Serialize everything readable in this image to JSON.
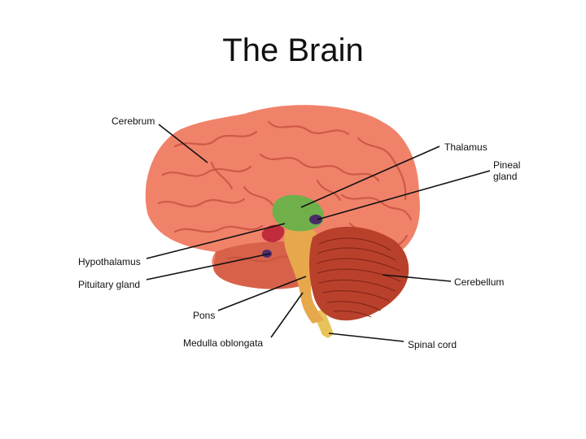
{
  "title": "The Brain",
  "colors": {
    "cerebrum": "#f1826a",
    "cerebrum_shadow": "#d8614a",
    "thalamus": "#6fb04a",
    "cerebellum": "#b9412c",
    "brainstem": "#e7a84c",
    "spinal_cord": "#e8c35a",
    "hypothalamus": "#c02c3c",
    "pineal": "#4a2c6a"
  },
  "labels": {
    "cerebrum": "Cerebrum",
    "thalamus": "Thalamus",
    "pineal_line1": "Pineal",
    "pineal_line2": "gland",
    "hypothalamus": "Hypothalamus",
    "pituitary": "Pituitary gland",
    "cerebellum": "Cerebellum",
    "pons": "Pons",
    "medulla": "Medulla oblongata",
    "spinal_cord": "Spinal cord"
  }
}
